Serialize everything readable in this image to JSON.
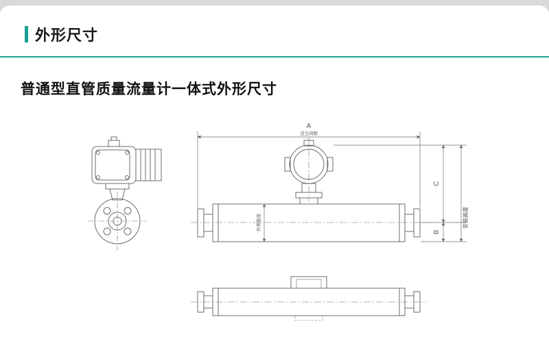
{
  "page": {
    "background_color": "#d9d9d9",
    "card_color": "#ffffff",
    "accent_color": "#1aa094"
  },
  "header": {
    "title": "外形尺寸"
  },
  "subtitle": "普通型直管质量流量计一体式外形尺寸",
  "drawing": {
    "description": "普通型直管质量流量计一体式外形尺寸图（前视图、侧视图、俯视图）",
    "dims": {
      "a": "A",
      "a_note": "法兰间距",
      "b": "B",
      "c": "C",
      "install_height": "安装高度",
      "shell_diameter": "外壳直径"
    }
  }
}
